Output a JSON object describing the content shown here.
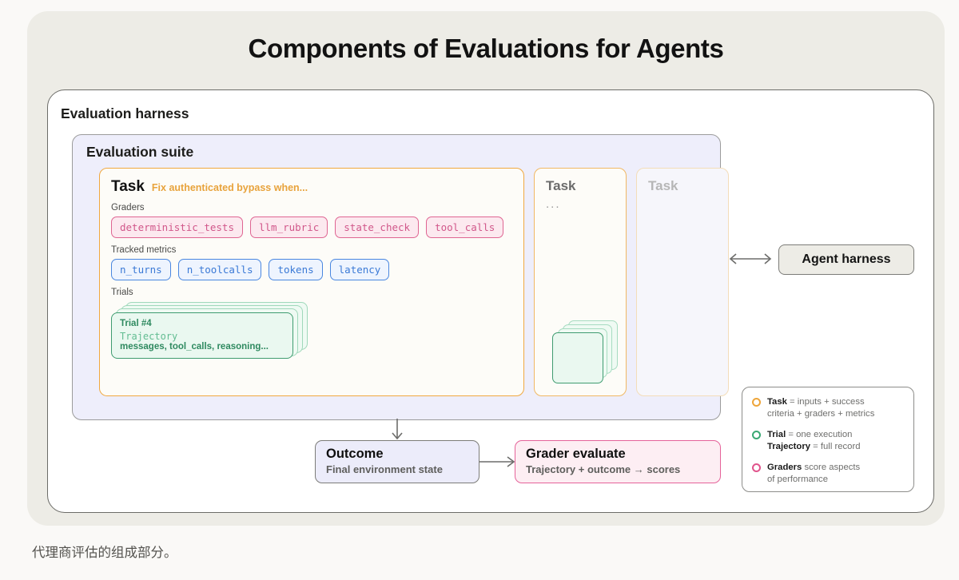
{
  "title": "Components of Evaluations for Agents",
  "caption": "代理商评估的组成部分。",
  "harness": {
    "label": "Evaluation harness"
  },
  "suite": {
    "label": "Evaluation suite"
  },
  "task_main": {
    "title": "Task",
    "subtitle": "Fix authenticated bypass when...",
    "graders_label": "Graders",
    "graders": [
      "deterministic_tests",
      "llm_rubric",
      "state_check",
      "tool_calls"
    ],
    "metrics_label": "Tracked metrics",
    "metrics": [
      "n_turns",
      "n_toolcalls",
      "tokens",
      "latency"
    ],
    "trials_label": "Trials",
    "trial": {
      "id": "Trial #4",
      "trajectory_label": "Trajectory",
      "trajectory_detail": "messages, tool_calls, reasoning..."
    }
  },
  "task_ghosts": [
    {
      "title": "Task",
      "dots": "..."
    },
    {
      "title": "Task",
      "dots": ""
    }
  ],
  "agent": {
    "label": "Agent harness"
  },
  "legend": {
    "items": [
      {
        "color": "#eea53a",
        "line1_bold": "Task",
        "line1_rest": " = inputs + success",
        "line2": "criteria + graders + metrics"
      },
      {
        "color": "#3aa873",
        "line1_bold": "Trial",
        "line1_rest": " = one execution",
        "line2_bold": "Trajectory",
        "line2_rest": " = full record"
      },
      {
        "color": "#e0548c",
        "line1_bold": "Graders",
        "line1_rest": " score aspects",
        "line2": "of performance"
      }
    ]
  },
  "outcome": {
    "title": "Outcome",
    "subtitle": "Final environment state"
  },
  "grader_evaluate": {
    "title": "Grader evaluate",
    "subtitle": "Trajectory + outcome → scores"
  },
  "colors": {
    "page_bg": "#faf9f7",
    "card_bg": "#edece6",
    "suite_bg": "#eeeefb",
    "task_border": "#f0a840",
    "grader_chip": "#df6592",
    "metric_chip": "#4a87e0",
    "trial_green": "#3f9c70"
  }
}
